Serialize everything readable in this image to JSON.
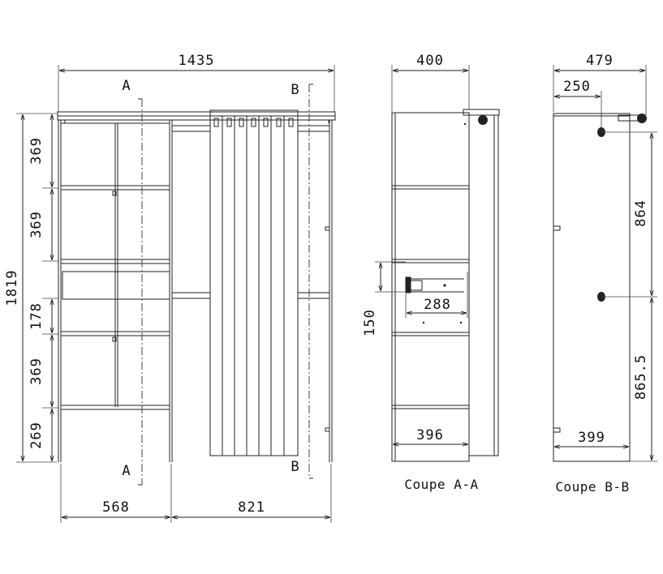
{
  "front_view": {
    "overall_width": "1435",
    "overall_height": "1819",
    "left_width": "568",
    "right_width": "821",
    "shelf_spacings": [
      "369",
      "369",
      "178",
      "369",
      "269"
    ],
    "section_marks": {
      "a_top": "A",
      "a_bottom": "A",
      "b_top": "B",
      "b_bottom": "B"
    }
  },
  "section_aa": {
    "caption": "Coupe A-A",
    "top_width": "400",
    "bottom_width": "396",
    "drawer_depth": "288",
    "drawer_height": "150"
  },
  "section_bb": {
    "caption": "Coupe B-B",
    "top_width": "479",
    "offset": "250",
    "upper_height": "864",
    "lower_height": "865.5",
    "bottom_width": "399"
  },
  "colors": {
    "line": "#222222",
    "background": "#ffffff"
  }
}
